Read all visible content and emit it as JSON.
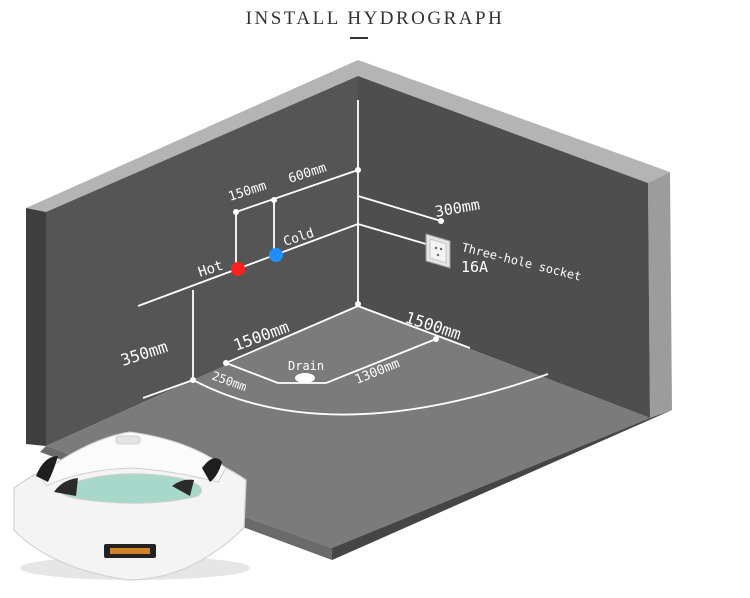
{
  "header": {
    "title": "INSTALL HYDROGRAPH"
  },
  "labels": {
    "dim_150": "150mm",
    "dim_600": "600mm",
    "dim_300": "300mm",
    "dim_350": "350mm",
    "dim_1500_left": "1500mm",
    "dim_1500_right": "1500mm",
    "dim_250": "250mm",
    "dim_1300": "1300mm",
    "hot": "Hot",
    "cold": "Cold",
    "drain": "Drain",
    "socket": "Three-hole socket",
    "socket_rating": "16A"
  },
  "colors": {
    "hot": "#ff1f1f",
    "cold": "#1e8fff",
    "wall": "#555555",
    "floor": "#7b7b7b"
  }
}
